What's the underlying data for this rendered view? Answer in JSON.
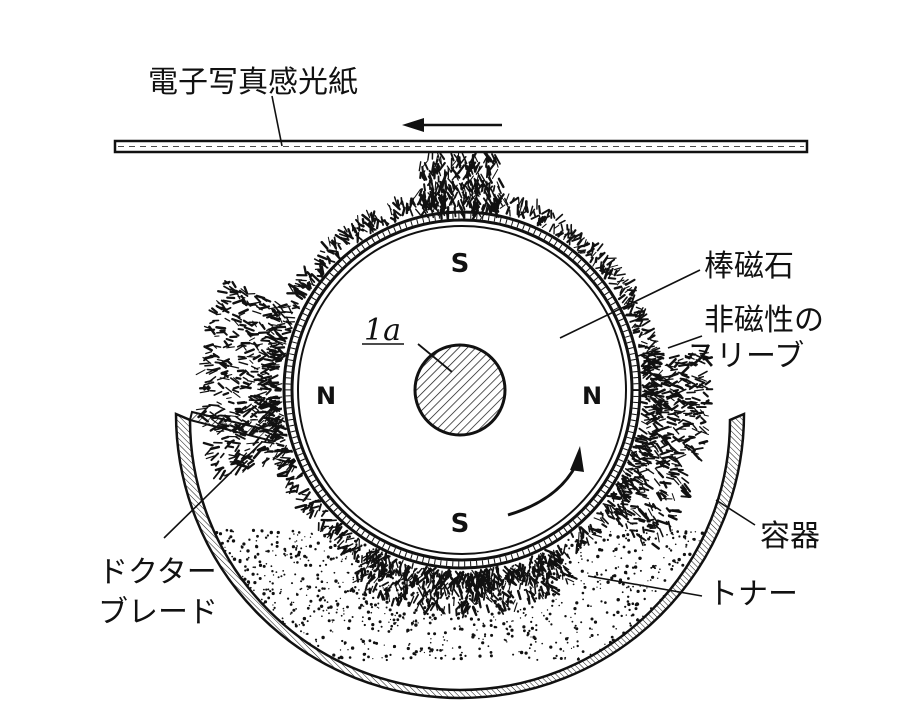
{
  "labels": {
    "paper": "電子写真感光紙",
    "bar_magnet": "棒磁石",
    "sleeve_line1": "非磁性の",
    "sleeve_line2": "スリーブ",
    "container": "容器",
    "toner": "トナー",
    "doctor_line1": "ドクター",
    "doctor_line2": "ブレード",
    "shaft": "1a"
  },
  "poles": {
    "top": "S",
    "bottom": "S",
    "left": "N",
    "right": "N"
  },
  "colors": {
    "ink": "#111111",
    "background": "#ffffff"
  },
  "icons": {
    "paper_motion": "arrow-left-icon",
    "rotation": "curved-arrow-icon"
  }
}
